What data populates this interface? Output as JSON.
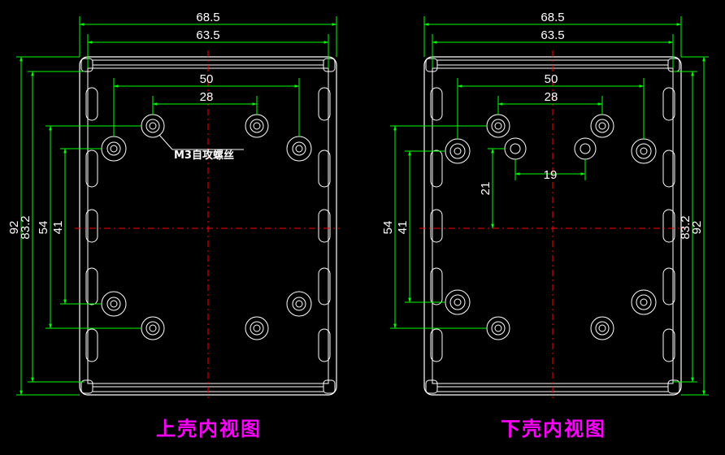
{
  "colors": {
    "background": "#000000",
    "outline": "#ffffff",
    "dimension": "#00ff00",
    "centerline": "#ff0000",
    "title": "#ff00ff"
  },
  "views": {
    "upper": {
      "title": "上壳内视图",
      "dims": {
        "outer_width": "68.5",
        "inner_width": "63.5",
        "hole_span_outer": "50",
        "hole_span_inner": "28",
        "outer_height": "92",
        "inner_height": "83.2",
        "hole_height_outer": "54",
        "hole_height_inner": "41"
      },
      "annotation": "M3自攻螺丝"
    },
    "lower": {
      "title": "下壳内视图",
      "dims": {
        "outer_width": "68.5",
        "inner_width": "63.5",
        "hole_span_outer": "50",
        "hole_span_inner": "28",
        "post_spacing": "19",
        "post_offset": "21",
        "outer_height": "92",
        "inner_height": "83.2",
        "hole_height_outer": "54",
        "hole_height_inner": "41"
      }
    }
  }
}
